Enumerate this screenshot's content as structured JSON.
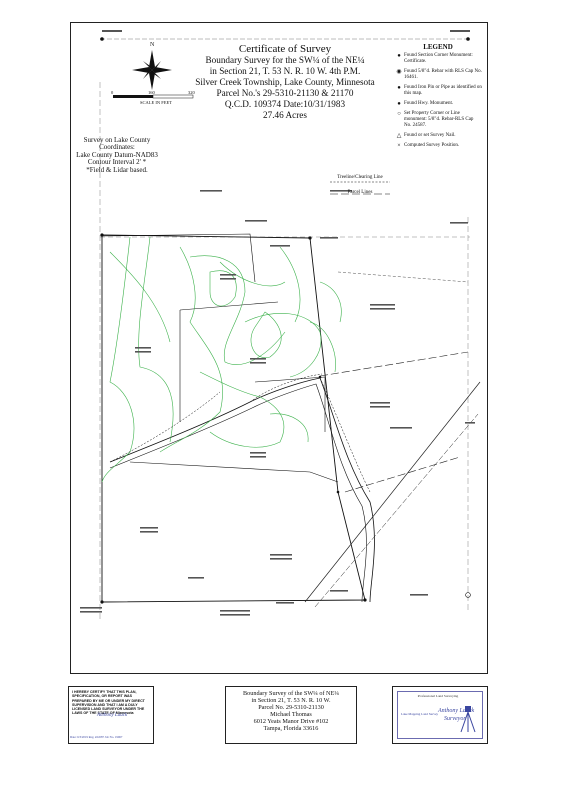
{
  "title": {
    "line1": "Certificate of Survey",
    "line2": "Boundary Survey for the SW¼ of the NE¼",
    "line3": "in Section 21, T. 53 N. R. 10 W. 4th P.M.",
    "line4": "Silver Creek Township, Lake County, Minnesota",
    "line5": "Parcel No.'s 29-5310-21130 & 21170",
    "line6": "Q.C.D. 109374  Date:10/31/1983",
    "line7": "27.46 Acres"
  },
  "legend": {
    "heading": "LEGEND",
    "items": [
      {
        "symbol_icon": "solid-dot-icon",
        "symbol": "●",
        "text": "Found Section Corner Monument: Certificate."
      },
      {
        "symbol_icon": "circle-dot-icon",
        "symbol": "◉",
        "text": "Found 5/8\"d. Rebar with RLS Cap No. 16461."
      },
      {
        "symbol_icon": "solid-dot-icon",
        "symbol": "●",
        "text": "Found Iron Pin or Pipe as identified on this map."
      },
      {
        "symbol_icon": "solid-dot-icon",
        "symbol": "●",
        "text": "Found Hwy. Monument."
      },
      {
        "symbol_icon": "open-circle-icon",
        "symbol": "○",
        "text": "Set Property Corner or Line monument: 5/8\"d. Rebar-RLS Cap No. 24587."
      },
      {
        "symbol_icon": "triangle-icon",
        "symbol": "△",
        "text": "Found or set Survey Nail."
      },
      {
        "symbol_icon": "x-icon",
        "symbol": "×",
        "text": "Computed Survey Position."
      }
    ]
  },
  "linetypes": {
    "treeline": "Treeline/Clearing Line",
    "parcel": "Parcel Lines"
  },
  "datum": {
    "line1": "Survey on Lake County",
    "line2": "Coordinates:",
    "line3": "Lake County Datum-NAD83",
    "line4": "Contour Interval 2' *",
    "line5": "*Field & Lidar based."
  },
  "scale": {
    "ticks": [
      "0",
      "160",
      "320"
    ],
    "label": "SCALE IN FEET"
  },
  "north": {
    "label": "N"
  },
  "certification": {
    "text": "I HEREBY CERTIFY THAT THIS PLAN, SPECIFICATION, OR REPORT WAS PREPARED BY ME OR UNDER MY DIRECT SUPERVISION AND THAT I AM A DULY LICENSED LAND SURVEYOR UNDER THE LAWS OF THE STATE OF Minnesota",
    "signature": "Anthony Lauck",
    "footer": "Date: 6/3/2019   Reg. #24587   Job No. 19067"
  },
  "title_block": {
    "line1": "Boundary Survey of the SW¼ of NE¼",
    "line2": "in Section 21, T. 53 N. R. 10 W.",
    "line3": "Parcel No. 29-5310-21130",
    "line4": "Michael Thomas",
    "line5": "6012 Yeats Manor Drive #102",
    "line6": "Tampa, Florida 33616"
  },
  "logo": {
    "top": "Professional Land Surveying",
    "name": "Anthony Lauck",
    "role": "Surveyor",
    "side": "Lake Mapping Land Survey"
  }
}
